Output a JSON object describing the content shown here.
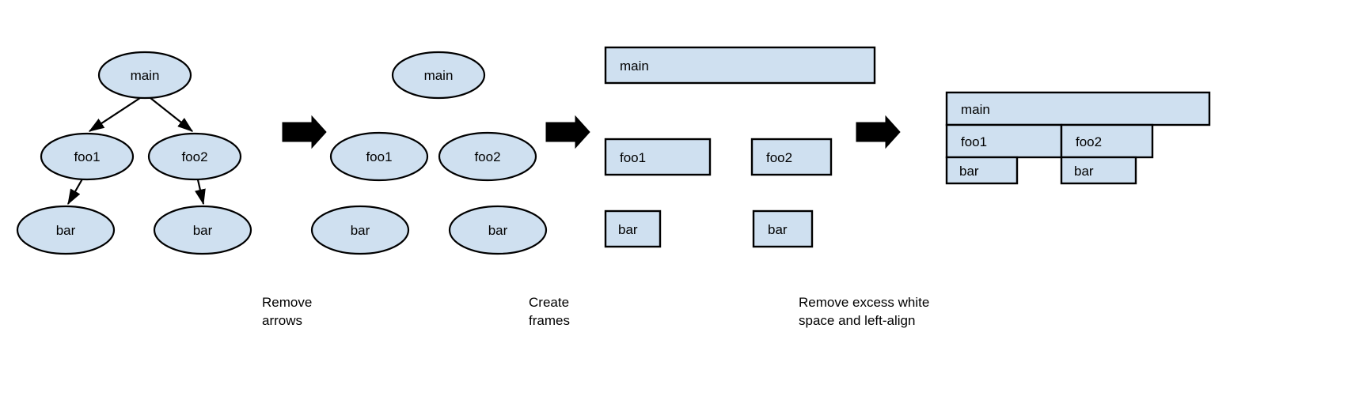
{
  "style": {
    "node_fill": "#cfe0f0",
    "node_stroke": "#000000",
    "arrow_color": "#000000",
    "background": "#ffffff",
    "text_color": "#000000"
  },
  "labels": {
    "main": "main",
    "foo1": "foo1",
    "foo2": "foo2",
    "bar": "bar"
  },
  "panels": [
    {
      "id": "panel-tree-with-arrows",
      "nodes": [
        {
          "name": "main",
          "label": "main"
        },
        {
          "name": "foo1",
          "label": "foo1"
        },
        {
          "name": "foo2",
          "label": "foo2"
        },
        {
          "name": "bar-left",
          "label": "bar"
        },
        {
          "name": "bar-right",
          "label": "bar"
        }
      ],
      "edges": [
        {
          "from": "main",
          "to": "foo1"
        },
        {
          "from": "main",
          "to": "foo2"
        },
        {
          "from": "foo1",
          "to": "bar-left"
        },
        {
          "from": "foo2",
          "to": "bar-right"
        }
      ]
    },
    {
      "id": "panel-tree-no-arrows",
      "nodes": [
        {
          "name": "main",
          "label": "main"
        },
        {
          "name": "foo1",
          "label": "foo1"
        },
        {
          "name": "foo2",
          "label": "foo2"
        },
        {
          "name": "bar-left",
          "label": "bar"
        },
        {
          "name": "bar-right",
          "label": "bar"
        }
      ],
      "edges": []
    },
    {
      "id": "panel-frames",
      "nodes": [
        {
          "name": "main",
          "label": "main"
        },
        {
          "name": "foo1",
          "label": "foo1"
        },
        {
          "name": "foo2",
          "label": "foo2"
        },
        {
          "name": "bar-left",
          "label": "bar"
        },
        {
          "name": "bar-right",
          "label": "bar"
        }
      ],
      "edges": []
    },
    {
      "id": "panel-compact",
      "nodes": [
        {
          "name": "main",
          "label": "main"
        },
        {
          "name": "foo1",
          "label": "foo1"
        },
        {
          "name": "foo2",
          "label": "foo2"
        },
        {
          "name": "bar-left",
          "label": "bar"
        },
        {
          "name": "bar-right",
          "label": "bar"
        }
      ],
      "edges": []
    }
  ],
  "transitions": [
    {
      "name": "transition-arrow-1",
      "caption_line1": "Remove",
      "caption_line2": "arrows"
    },
    {
      "name": "transition-arrow-2",
      "caption_line1": "Create",
      "caption_line2": "frames"
    },
    {
      "name": "transition-arrow-3",
      "caption_line1": "Remove excess white",
      "caption_line2": "space and left-align"
    }
  ],
  "p1": {
    "main": "main",
    "foo1": "foo1",
    "foo2": "foo2",
    "bar_left": "bar",
    "bar_right": "bar"
  },
  "p2": {
    "main": "main",
    "foo1": "foo1",
    "foo2": "foo2",
    "bar_left": "bar",
    "bar_right": "bar"
  },
  "p3": {
    "main": "main",
    "foo1": "foo1",
    "foo2": "foo2",
    "bar_left": "bar",
    "bar_right": "bar"
  },
  "p4": {
    "main": "main",
    "foo1": "foo1",
    "foo2": "foo2",
    "bar_left": "bar",
    "bar_right": "bar"
  },
  "captions": {
    "c1_l1": "Remove",
    "c1_l2": "arrows",
    "c2_l1": "Create",
    "c2_l2": "frames",
    "c3_l1": "Remove excess white",
    "c3_l2": "space and left-align"
  }
}
